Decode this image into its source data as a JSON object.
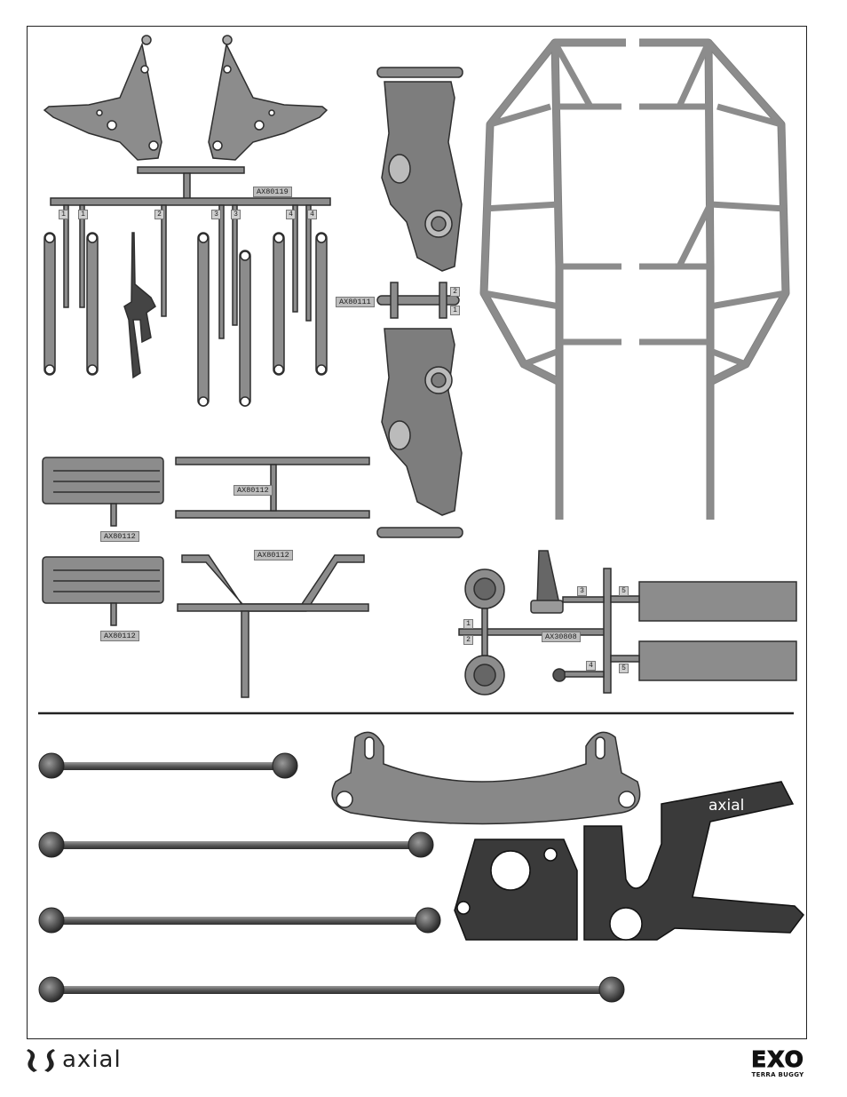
{
  "part_tags": {
    "tag_80119": "AX80119",
    "tag_80111": "AX80111",
    "tag_80112_a": "AX80112",
    "tag_80112_b": "AX80112",
    "tag_80112_c": "AX80112",
    "tag_80112_d": "AX80112",
    "tag_30808": "AX30808"
  },
  "tree_numbers": {
    "n1a": "1",
    "n1b": "1",
    "n2a": "2",
    "n3a": "3",
    "n3b": "3",
    "n4a": "4",
    "n4b": "4",
    "w2": "2",
    "w1": "1",
    "s3": "3",
    "s5a": "5",
    "s1": "1",
    "s2": "2",
    "s4": "4",
    "s5b": "5"
  },
  "housing_logo": "axial",
  "footer": {
    "brand_name": "axial",
    "product_mark": "EXO",
    "product_sub": "TERRA BUGGY"
  },
  "colors": {
    "plastic": "#8c8c8c",
    "plastic_dark": "#6a6a6a",
    "outline": "#2e2e2e",
    "metal": "#555555",
    "housing": "#3a3a3a"
  }
}
